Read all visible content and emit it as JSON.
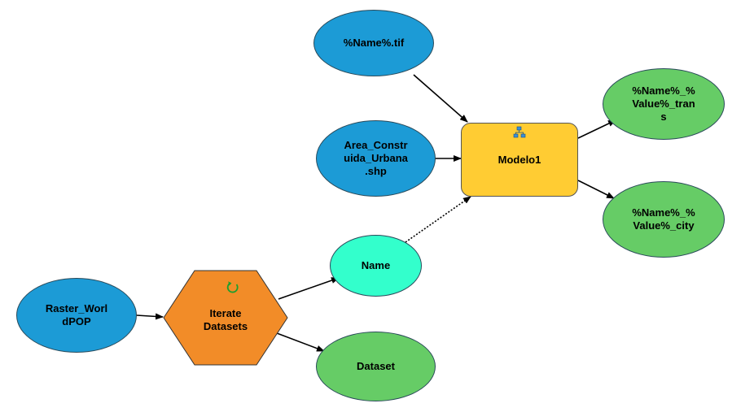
{
  "diagram": {
    "nodes": {
      "name_tif": {
        "label": "%Name%.tif",
        "color": "#1c9bd6"
      },
      "area_construida": {
        "label": "Area_Constr\nuida_Urbana\n.shp",
        "color": "#1c9bd6"
      },
      "modelo1": {
        "label": "Modelo1",
        "color": "#ffcc33",
        "icon": "model-tool-icon"
      },
      "out_trans": {
        "label": "%Name%_%\nValue%_tran\ns",
        "color": "#66cc66"
      },
      "out_city": {
        "label": "%Name%_%\nValue%_city",
        "color": "#66cc66"
      },
      "name_var": {
        "label": "Name",
        "color": "#33ffcc"
      },
      "raster_world": {
        "label": "Raster_Worl\ndPOP",
        "color": "#1c9bd6"
      },
      "iterate": {
        "label": "Iterate\nDatasets",
        "color": "#f28c28",
        "icon": "iterate-icon"
      },
      "dataset": {
        "label": "Dataset",
        "color": "#66cc66"
      }
    },
    "edges": [
      {
        "from": "name_tif",
        "to": "modelo1",
        "style": "solid"
      },
      {
        "from": "area_construida",
        "to": "modelo1",
        "style": "solid"
      },
      {
        "from": "modelo1",
        "to": "out_trans",
        "style": "solid"
      },
      {
        "from": "modelo1",
        "to": "out_city",
        "style": "solid"
      },
      {
        "from": "name_var",
        "to": "modelo1",
        "style": "dotted"
      },
      {
        "from": "raster_world",
        "to": "iterate",
        "style": "solid"
      },
      {
        "from": "iterate",
        "to": "name_var",
        "style": "solid"
      },
      {
        "from": "iterate",
        "to": "dataset",
        "style": "solid"
      }
    ]
  }
}
